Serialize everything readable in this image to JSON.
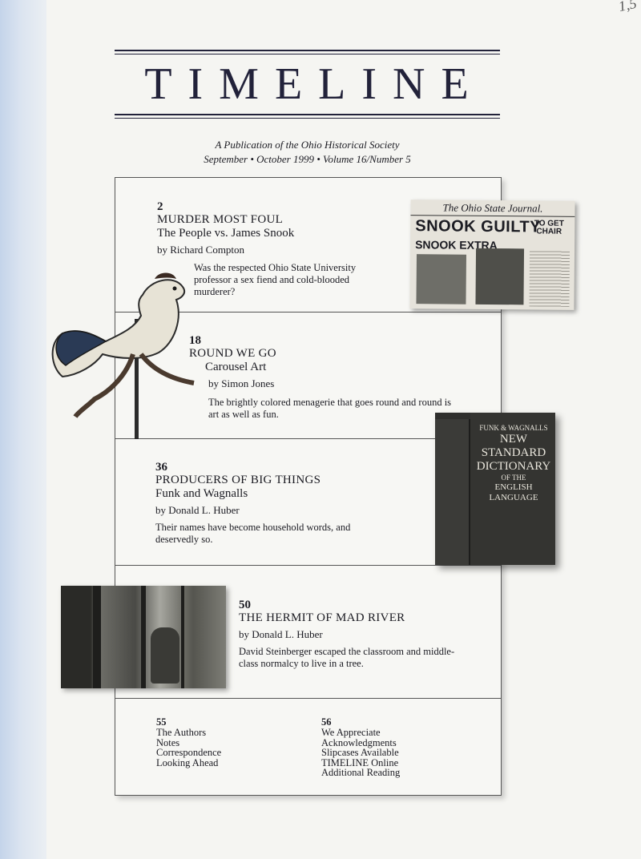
{
  "corner_note": "1,5",
  "masthead": {
    "title": "TIMELINE"
  },
  "subtitle": {
    "line1": "A Publication of the Ohio Historical Society",
    "line2": "September • October 1999 • Volume 16/Number 5"
  },
  "articles": [
    {
      "page": "2",
      "headline": "MURDER MOST FOUL",
      "subhead": "The People vs. James Snook",
      "byline": "by Richard Compton",
      "description": "Was the respected Ohio State University professor a sex fiend and cold-blooded murderer?"
    },
    {
      "page": "18",
      "headline": "ROUND WE GO",
      "subhead": "Carousel Art",
      "byline": "by Simon Jones",
      "description": "The brightly colored menagerie that goes round and round is art as well as fun."
    },
    {
      "page": "36",
      "headline": "PRODUCERS OF BIG THINGS",
      "subhead": "Funk and Wagnalls",
      "byline": "by Donald L. Huber",
      "description": "Their names have become household words, and deservedly so."
    },
    {
      "page": "50",
      "headline": "THE HERMIT OF MAD RIVER",
      "byline": "by Donald L. Huber",
      "description": "David Steinberger escaped the classroom and middle-class normalcy to live in a tree."
    }
  ],
  "departments": {
    "left": {
      "page": "55",
      "items": [
        "The Authors",
        "Notes",
        "Correspondence",
        "Looking Ahead"
      ]
    },
    "right": {
      "page": "56",
      "items": [
        "We Appreciate",
        "Acknowledgments",
        "Slipcases Available",
        "TIMELINE Online",
        "Additional Reading"
      ]
    }
  },
  "newspaper": {
    "masthead": "The Ohio State Journal.",
    "headline": "SNOOK GUILTY",
    "side_headline": "TO GET CHAIR",
    "sub_headline": "SNOOK EXTRA"
  },
  "dictionary": {
    "brand": "FUNK & WAGNALLS",
    "word1": "NEW",
    "word2": "STANDARD",
    "word3": "DICTIONARY",
    "small": "OF THE",
    "word4": "ENGLISH LANGUAGE"
  }
}
